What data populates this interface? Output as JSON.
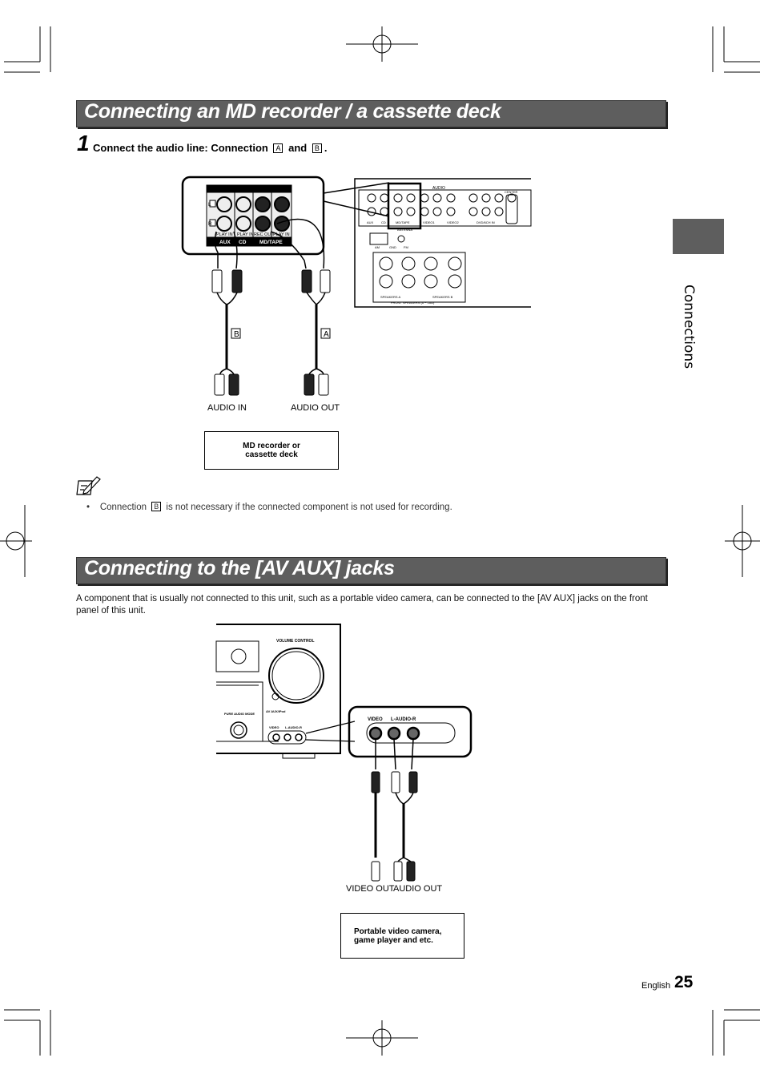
{
  "section1": {
    "title": "Connecting an MD recorder / a cassette deck",
    "step_number": "1",
    "step_text": "Connect the audio line: Connection",
    "conn_a": "A",
    "step_and": "and",
    "conn_b": "B",
    "step_end": "."
  },
  "diagram1": {
    "panel_jacks": [
      "L",
      "R"
    ],
    "panel_sub_labels": [
      "PLAY IN",
      "PLAY IN",
      "REC OUT",
      "PLAY IN"
    ],
    "panel_groups": [
      "AUX",
      "CD",
      "MD/TAPE"
    ],
    "rear_panel": {
      "audio": "AUDIO",
      "center": "CENTER",
      "dvd": "DVD/6CH IN",
      "video1": "VIDEO1",
      "video2": "VIDEO2",
      "mdtape": "MD/TAPE",
      "aux": "AUX",
      "cd": "CD",
      "antenna": "ANTENNA",
      "am": "AM",
      "gnd": "GND",
      "fm": "FM",
      "speakers_a": "SPEAKERS A",
      "speakers_b": "SPEAKERS B",
      "front_speakers": "FRONT SPEAKERS (6 ~ 16Ω)"
    },
    "cable_b": "B",
    "cable_a": "A",
    "audio_in": "AUDIO IN",
    "audio_out": "AUDIO OUT",
    "device": "MD recorder or cassette deck"
  },
  "note": {
    "bullet": "•",
    "pre": "Connection",
    "conn": "B",
    "post": "is not necessary if the connected component is not used for recording."
  },
  "section2": {
    "title": "Connecting to the [AV AUX] jacks",
    "body": "A component that is usually not connected to this unit, such as a portable video camera, can be connected to the [AV AUX] jacks on the front panel of this unit."
  },
  "diagram2": {
    "volume_control": "VOLUME CONTROL",
    "pure_audio": "PURE AUDIO MODE",
    "av_aux": "AV AUX/iPod",
    "video_small": "VIDEO",
    "audio_small": "L-AUDIO-R",
    "zoom_video": "VIDEO",
    "zoom_audio": "L-AUDIO-R",
    "video_out": "VIDEO OUT",
    "audio_out": "AUDIO OUT",
    "device": "Portable video camera, game player and etc."
  },
  "side_tab": "Connections",
  "footer": {
    "language": "English",
    "page": "25"
  },
  "colors": {
    "banner": "#5e5e5e",
    "banner_text": "#ffffff"
  }
}
